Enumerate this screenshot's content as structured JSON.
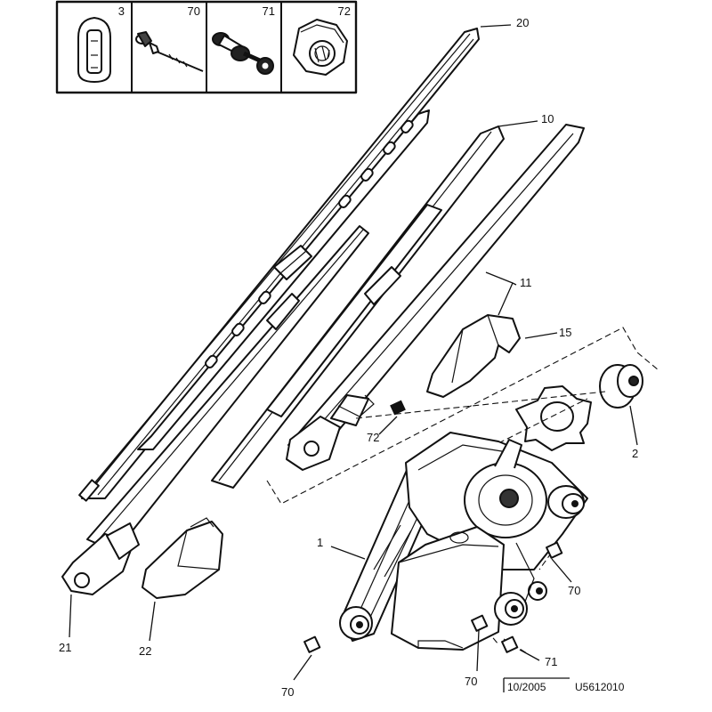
{
  "header_boxes": [
    {
      "ref": "3"
    },
    {
      "ref": "70"
    },
    {
      "ref": "71"
    },
    {
      "ref": "72"
    }
  ],
  "callouts": {
    "c20": "20",
    "c10": "10",
    "c11": "11",
    "c15": "15",
    "c2": "2",
    "c72": "72",
    "c1": "1",
    "c70a": "70",
    "c70b": "70",
    "c70c": "70",
    "c71": "71",
    "c21": "21",
    "c22": "22"
  },
  "footer": {
    "date": "10/2005",
    "reference": "U5612010"
  }
}
